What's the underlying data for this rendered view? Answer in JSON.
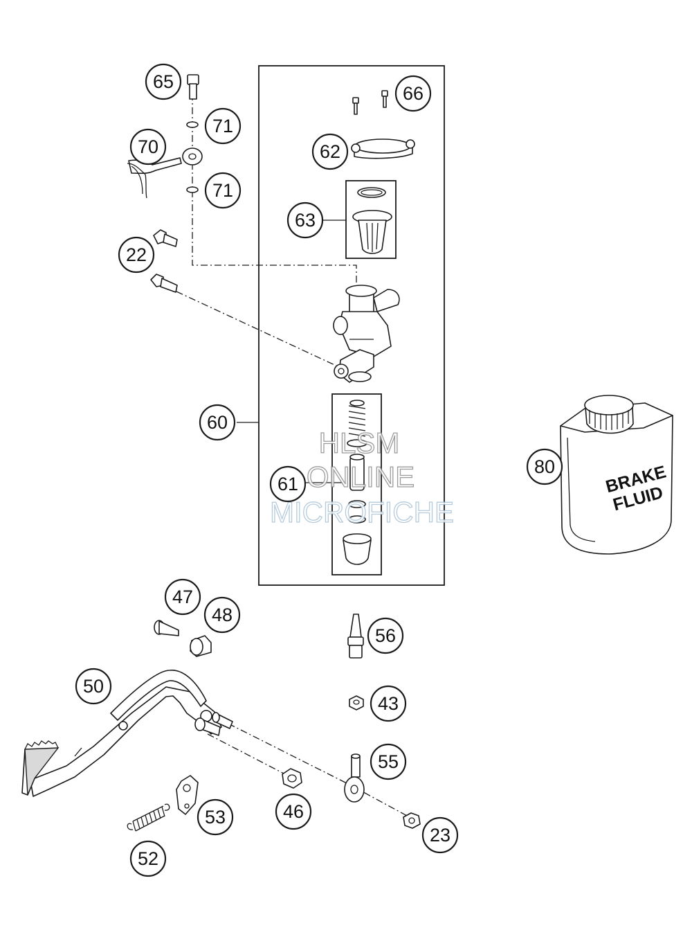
{
  "callouts": {
    "c65": "65",
    "c71a": "71",
    "c70": "70",
    "c71b": "71",
    "c22": "22",
    "c66": "66",
    "c62": "62",
    "c63": "63",
    "c60": "60",
    "c61": "61",
    "c80": "80",
    "c47": "47",
    "c48": "48",
    "c56": "56",
    "c50": "50",
    "c43": "43",
    "c55": "55",
    "c46": "46",
    "c53": "53",
    "c23": "23",
    "c52": "52"
  },
  "watermark": {
    "line1": "HLSM",
    "line2": "ONLINE",
    "line3": "MICROFICHE"
  },
  "bottle_label": {
    "line1": "BRAKE",
    "line2": "FLUID"
  }
}
